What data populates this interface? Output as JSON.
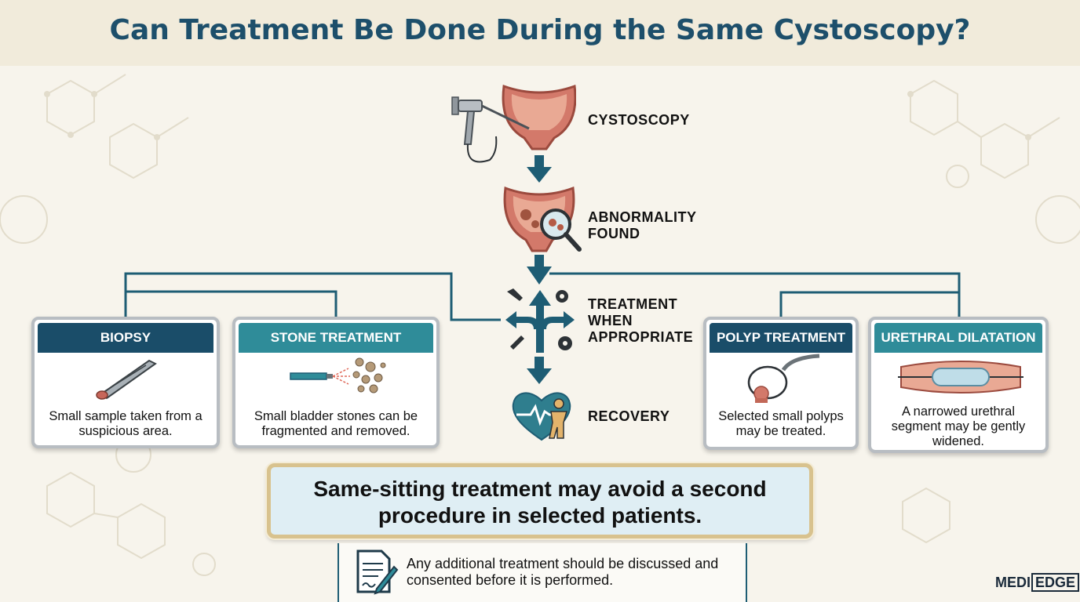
{
  "title": "Can Treatment Be Done During the Same Cystoscopy?",
  "steps": [
    {
      "label": "CYSTOSCOPY",
      "icon": "cystoscope-bladder-icon"
    },
    {
      "label": "ABNORMALITY\nFOUND",
      "icon": "magnifier-bladder-icon"
    },
    {
      "label": "TREATMENT\nWHEN\nAPPROPRIATE",
      "icon": "branching-arrows-tools-icon"
    },
    {
      "label": "RECOVERY",
      "icon": "heart-person-icon"
    }
  ],
  "options": [
    {
      "title": "BIOPSY",
      "text": "Small sample taken from a suspicious area.",
      "icon": "forceps-icon"
    },
    {
      "title": "STONE TREATMENT",
      "text": "Small bladder stones can be fragmented and removed.",
      "icon": "laser-fragments-icon"
    },
    {
      "title": "POLYP TREATMENT",
      "text": "Selected small polyps may be treated.",
      "icon": "snare-loop-icon"
    },
    {
      "title": "URETHRAL DILATATION",
      "text": "A narrowed urethral segment may be gently widened.",
      "icon": "balloon-catheter-icon"
    }
  ],
  "callout": "Same-sitting treatment may avoid a second procedure in selected patients.",
  "note": "Any additional treatment should be discussed and consented before it is performed.",
  "logo": {
    "part1": "MEDI",
    "part2": "EDGE"
  },
  "colors": {
    "navy": "#1a4d69",
    "teal": "#2f8c99",
    "title": "#1d4f6b",
    "background": "#f7f4ec",
    "callout_bg": "#dfeef4",
    "callout_border": "#d8c28e"
  }
}
